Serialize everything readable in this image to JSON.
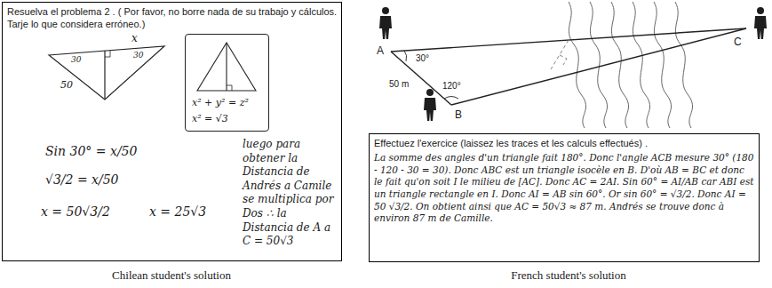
{
  "diagram": {
    "nodes": [
      {
        "text": [
          "Resuelva el problema 2 . ( Por favor, no borre nada de su trabajo y cálculos. Tarje lo que considera erróneo.)",
          "Sin 30° = x/50",
          "√3/2 = x/50",
          "x = 50√3/2",
          "x = 25√3",
          "luego para obtener la Distancia de Andrés a Camile se multiplica por Dos ∴ la Distancia de A a C = 50√3"
        ]
      },
      {
        "text": [
          "x² + y² = z²",
          "x² = √3"
        ],
        "in": 0
      },
      {
        "text": [
          "Effectuez l'exercice (laissez les traces et les calculs effectués) .",
          "La somme des angles d'un triangle fait 180°. Donc l'angle ACB mesure 30° (180 - 120 - 30 = 30). Donc ABC est un triangle isocèle en B. D'où AB = BC et donc le fait qu'on soit I le milieu de [AC]. Donc AC = 2AI. Sin 60° = AI/AB car ABI est un triangle rectangle en I. Donc AI = AB sin 60°. Or sin 60° = √3/2. Donc AI = 50 √3/2. On obtient ainsi que AC = 50√3 ≈ 87 m. Andrés se trouve donc à environ 87 m de Camille."
        ]
      }
    ],
    "labels": [
      "30",
      "x",
      "30",
      "50",
      "A",
      "C",
      "B",
      "30°",
      "50 m",
      "120°",
      "Chilean student's solution",
      "French student's solution"
    ]
  }
}
